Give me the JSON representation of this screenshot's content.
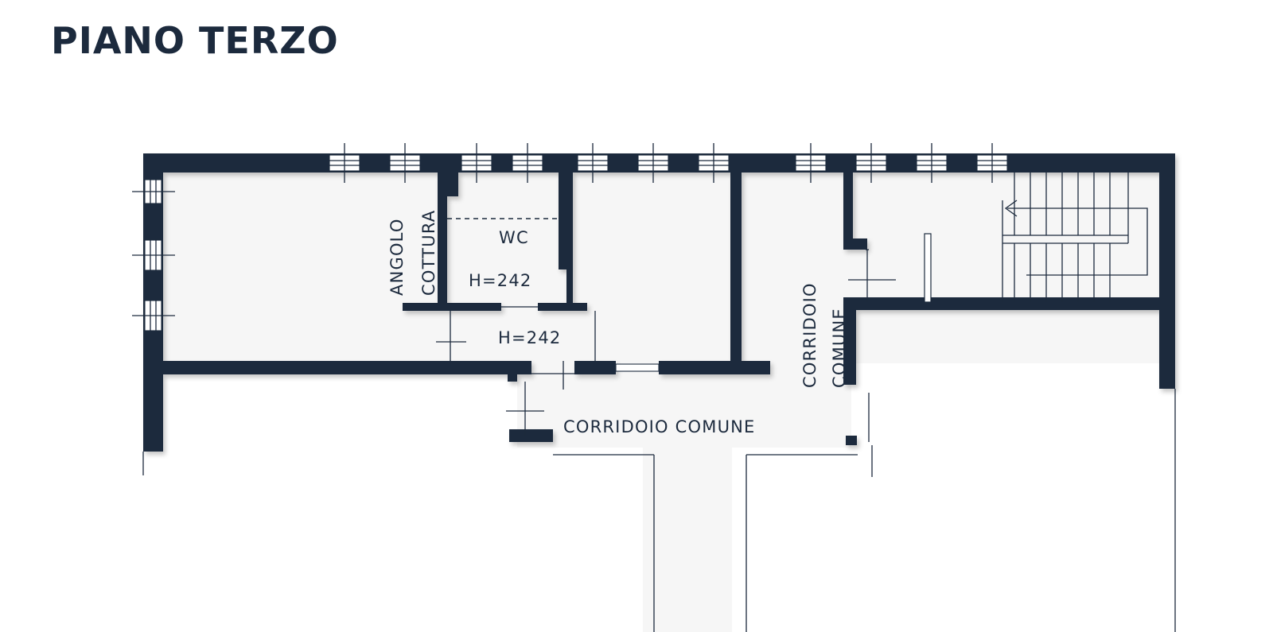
{
  "title": "PIANO TERZO",
  "rooms": {
    "angolo": "ANGOLO",
    "cottura": "COTTURA",
    "wc": "WC",
    "height_wc": "H=242",
    "height_hall": "H=242",
    "corridor_h": "CORRIDOIO COMUNE",
    "corridor_v1": "CORRIDOIO",
    "corridor_v2": "COMUNE"
  },
  "colors": {
    "wall": "#1c2a3d",
    "floor": "#f6f6f6",
    "background": "#ffffff"
  }
}
